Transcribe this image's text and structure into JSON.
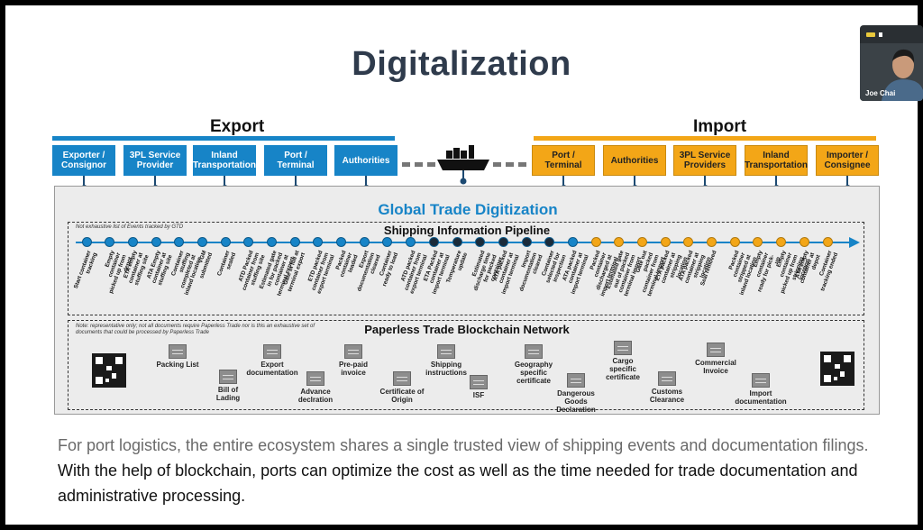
{
  "slide": {
    "title": "Digitalization",
    "export_label": "Export",
    "import_label": "Import",
    "export_boxes": [
      "Exporter / Consignor",
      "3PL Service Provider",
      "Inland Transportation",
      "Port / Terminal",
      "Authorities"
    ],
    "import_boxes": [
      "Port / Terminal",
      "Authorities",
      "3PL Service Providers",
      "Inland Transportation",
      "Importer / Consignee"
    ],
    "gtd_title": "Global Trade Digitization",
    "pipeline_note": "Not exhaustive list of Events tracked by GTD",
    "pipeline_title": "Shipping Information Pipeline",
    "events": [
      "Start container tracking",
      "Empty container picked up from depot",
      "ETA empty container at stuffing site",
      "ATA Empty container at stuffing site",
      "Container stuffing completed at inland location",
      "VGM submitted",
      "Container sealed",
      "ATD Packed container from stuffing site",
      "Estimated gate in for packed container at terminal export",
      "Gate in full at terminal export",
      "ETD packed container from export terminal",
      "Packed container loaded",
      "Export documentation cleared",
      "Container ready to load",
      "ATD packed container from export terminal",
      "ETA Packed container at import terminal",
      "Temperature update",
      "Estimated discharge time for packed container",
      "ATA packed container at import terminal",
      "Import documentation cleared",
      "Container selected for inspection",
      "ATA packed container at import terminal",
      "Packed container discharged at import terminal",
      "Estimated gate out of packed container from terminal import",
      "Gate out packed container from terminal import",
      "ETA packed container at stripping location",
      "ATA packed container at stripping location",
      "Seal removed",
      "Packed container stripped at inland location",
      "Empty container ready for pick-up",
      "Empty container picked up from stripping location",
      "ATA empty container at depot",
      "Container tracking ended"
    ],
    "event_colors": [
      "#1784c7",
      "#1b2b3a",
      "#f3a617"
    ],
    "event_color_index": [
      0,
      0,
      0,
      0,
      0,
      0,
      0,
      0,
      0,
      0,
      0,
      0,
      0,
      0,
      0,
      1,
      1,
      1,
      1,
      1,
      1,
      0,
      2,
      2,
      2,
      2,
      2,
      2,
      2,
      2,
      2,
      2,
      2
    ],
    "blockchain_note_1": "Note: representative only; not all documents require Paperless Trade nor is this an exhaustive set of",
    "blockchain_note_2": "documents that could be processed by Paperless Trade",
    "blockchain_title": "Paperless Trade Blockchain Network",
    "documents": [
      "Packing List",
      "Bill of Lading",
      "Export documentation",
      "Advance declration",
      "Pre-paid invoice",
      "Certificate of Origin",
      "Shipping instructions",
      "ISF",
      "Geography specific certificate",
      "Dangerous Goods Declaration",
      "Cargo specific certificate",
      "Customs Clearance",
      "Commercial Invoice",
      "Import documentation"
    ],
    "body_part1": "For port logistics, the entire ecosystem shares a single trusted view of shipping events and documentation filings.",
    "body_part2": " With the help of blockchain, ports can optimize the cost as well as the time needed for trade documentation and administrative processing."
  },
  "video": {
    "participant_name": "Joe Chai"
  },
  "colors": {
    "blue": "#1784c7",
    "orange": "#f3a617",
    "navy": "#1b2b3a"
  }
}
